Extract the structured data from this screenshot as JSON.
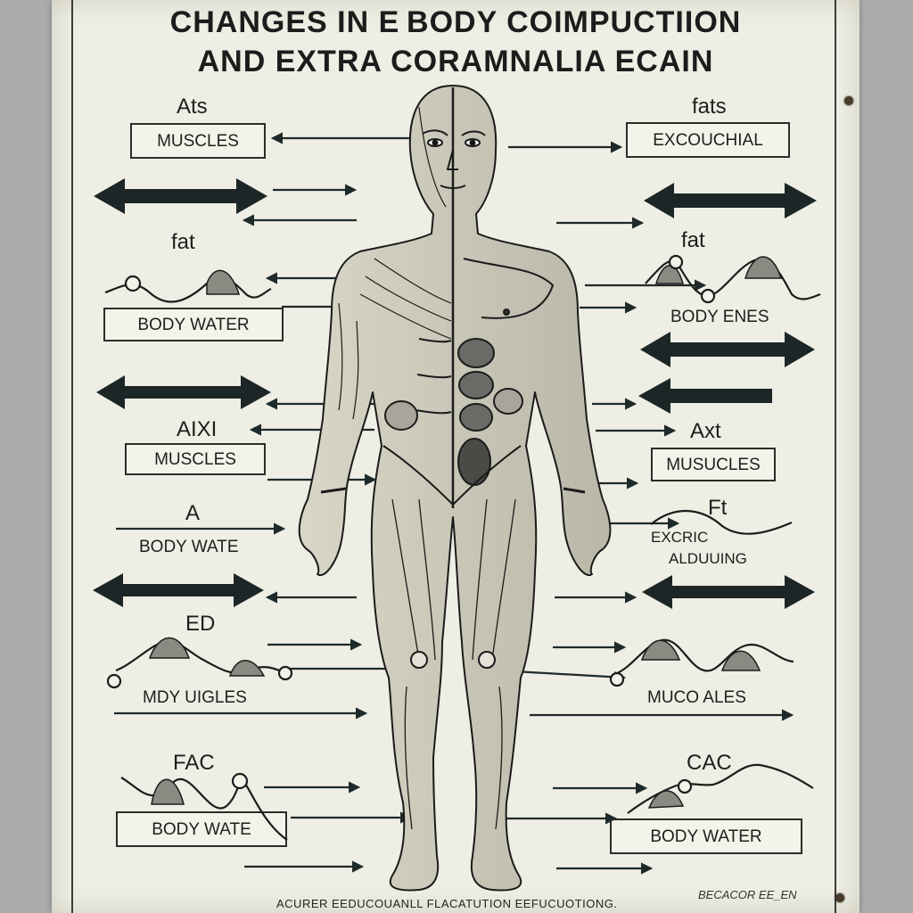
{
  "title_line1": "CHANGES IN E BODY COIMPUCTIION",
  "title_line2": "AND EXTRA CORAMNALIA ECAIN",
  "left": {
    "l1_head": "Ats",
    "l1_box": "MUSCLES",
    "l2_head": "fat",
    "l2_box": "BODY WATER",
    "l3_head": "AIXI",
    "l3_box": "MUSCLES",
    "l4_head": "A",
    "l4_text": "BODY WATE",
    "l5_head": "ED",
    "l5_text": "MDY UIGLES",
    "l6_head": "FAC",
    "l6_box": "BODY WATE"
  },
  "right": {
    "r1_head": "fats",
    "r1_box": "EXCOUCHIAL",
    "r2_head": "fat",
    "r2_text": "BODY ENES",
    "r3_head": "Axt",
    "r3_box": "MUSUCLES",
    "r4_head": "Ft",
    "r4_text1": "EXCRIC",
    "r4_text2": "ALDUUING",
    "r5_text": "MUCO ALES",
    "r6_head": "CAC",
    "r6_box": "BODY WATER"
  },
  "footer": "ACURER EEDUCOUANLL FLACATUTION EEFUCUOTIONG.",
  "footer_note": "BECACOR  EE_EN"
}
